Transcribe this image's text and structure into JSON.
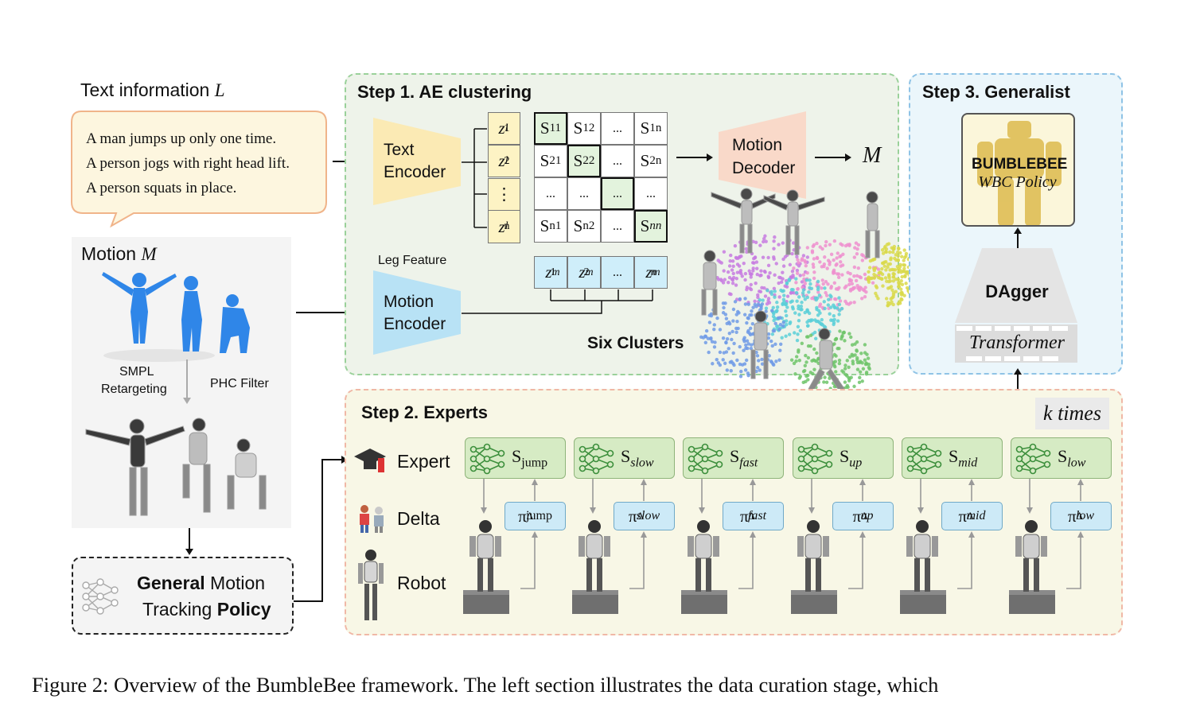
{
  "text_info": {
    "title": "Text information",
    "symbol": "L",
    "lines": [
      "A man jumps up only one time.",
      "A person jogs with right head lift.",
      "A person squats in place."
    ]
  },
  "motion": {
    "title": "Motion",
    "symbol": "M",
    "smpl_line1": "SMPL",
    "smpl_line2": "Retargeting",
    "phc": "PHC Filter"
  },
  "gmt": {
    "bold1": "General",
    "rest1": " Motion",
    "rest2": "Tracking ",
    "bold2": "Policy"
  },
  "step1": {
    "title": "Step 1. AE clustering",
    "text_enc1": "Text",
    "text_enc2": "Encoder",
    "motion_enc1": "Motion",
    "motion_enc2": "Encoder",
    "leg_feature": "Leg Feature",
    "decoder1": "Motion",
    "decoder2": "Decoder",
    "output": "M",
    "clusters": "Six Clusters",
    "z_l": [
      "z",
      "z",
      "⋮",
      "z"
    ],
    "z_l_sub": [
      "1",
      "2",
      "",
      "n"
    ],
    "matrix": [
      [
        "S11",
        "S12",
        "...",
        "S1n"
      ],
      [
        "S21",
        "S22",
        "...",
        "S2n"
      ],
      [
        "...",
        "...",
        "...",
        "..."
      ],
      [
        "Sn1",
        "Sn2",
        "...",
        "Snn"
      ]
    ],
    "z_m_sub": [
      "1",
      "2",
      "...",
      "n"
    ]
  },
  "step3": {
    "title": "Step 3. Generalist",
    "bumblebee": "BUMBLEBEE",
    "wbc": "WBC Policy",
    "dagger": "DAgger",
    "transformer": "Transformer"
  },
  "step2": {
    "title": "Step 2. Experts",
    "k_times": "k times",
    "row_expert": "Expert",
    "row_delta": "Delta",
    "row_robot": "Robot",
    "experts": [
      "jump",
      "slow",
      "fast",
      "up",
      "mid",
      "low"
    ]
  },
  "caption": "Figure 2: Overview of the BumbleBee framework. The left section illustrates the data curation stage, which"
}
